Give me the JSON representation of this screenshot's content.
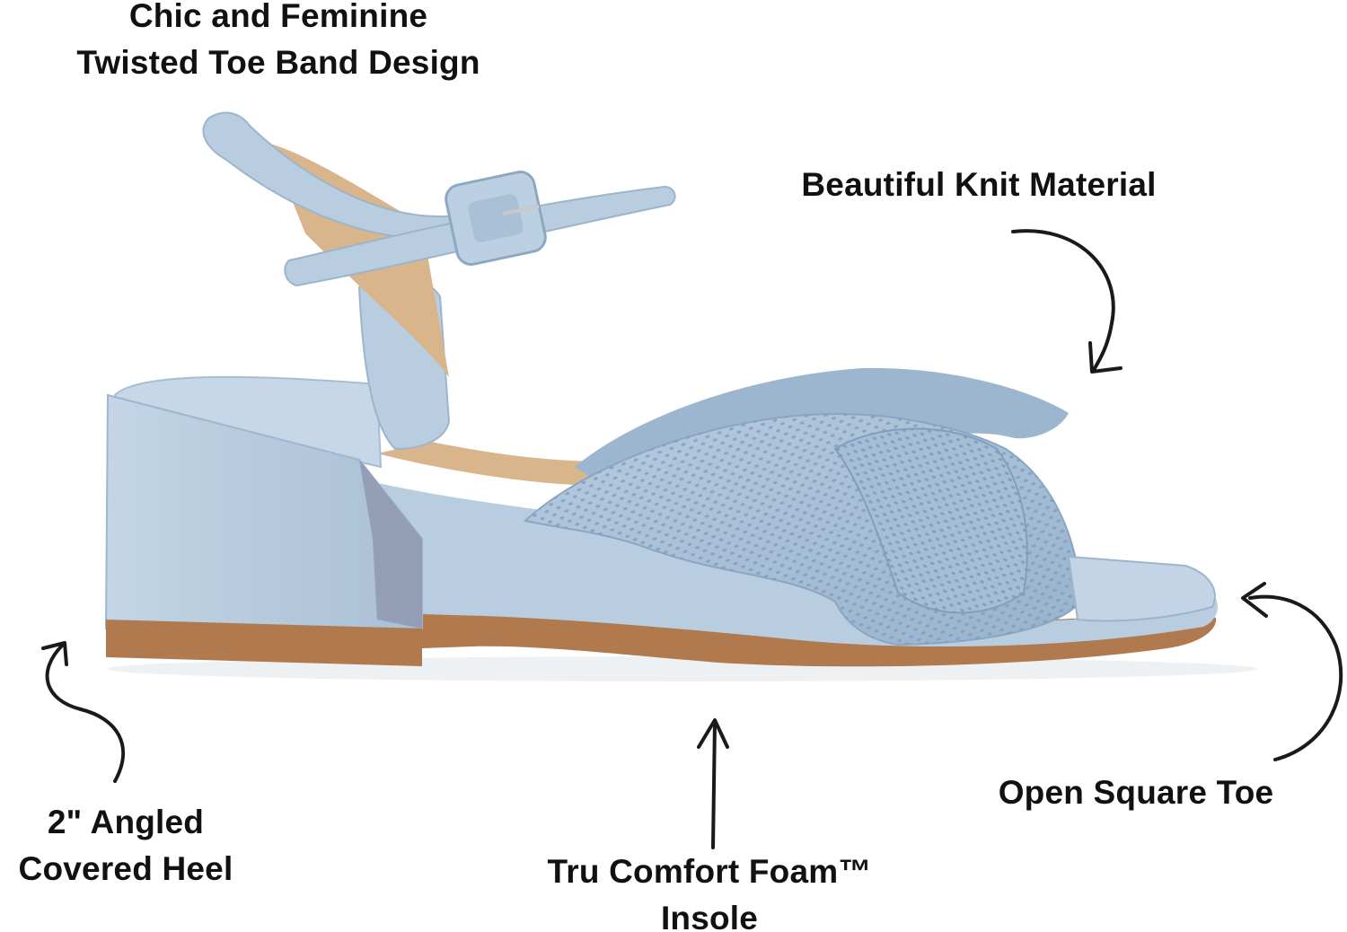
{
  "callouts": {
    "toe_band": {
      "line1": "Chic and Feminine",
      "line2": "Twisted Toe Band Design"
    },
    "knit": {
      "line1": "Beautiful Knit Material"
    },
    "heel": {
      "line1": "2\" Angled",
      "line2": "Covered Heel"
    },
    "foam": {
      "line1": "Tru Comfort Foam™",
      "line2": "Insole"
    },
    "square_toe": {
      "line1": "Open Square Toe"
    }
  },
  "colors": {
    "sandal_blue": "#b9cde0",
    "sandal_shadow": "#9fb6cc",
    "knit_blue": "#a9c2da",
    "sole_tan": "#b07a4e",
    "insole_tan": "#d9b58c",
    "text": "#111111"
  }
}
